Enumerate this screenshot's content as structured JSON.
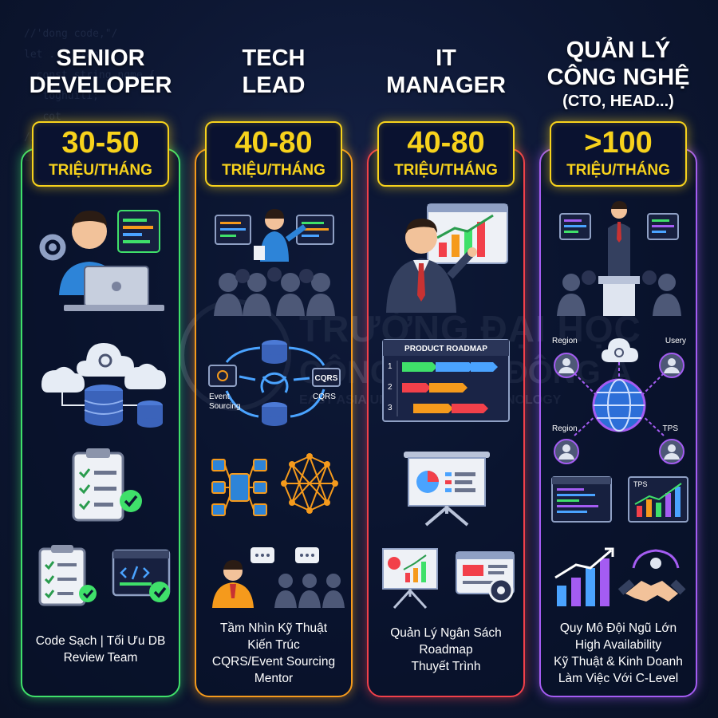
{
  "background_code": [
    "//'dong code,\"/",
    "let ... exang];",
    "",
    "  const string ngme {",
    "",
    "",
    "",
    "   toghuili;",
    "   cot",
    "",
    "",
    "//",
    "cot"
  ],
  "watermark": {
    "line1": "TRƯỜNG ĐẠI HỌC",
    "line2": "CÔNG NGHỆ ĐÔNG Á",
    "line3": "EAST ASIA UNIVERSITY OF TECHNOLOGY"
  },
  "columns": [
    {
      "title_line1": "SENIOR",
      "title_line2": "DEVELOPER",
      "salary": "30-50",
      "unit": "TRIỆU/THÁNG",
      "accent": "#3fe06a",
      "captions": [
        "Code Sạch | Tối Ưu DB",
        "Review Team"
      ]
    },
    {
      "title_line1": "TECH",
      "title_line2": "LEAD",
      "salary": "40-80",
      "unit": "TRIỆU/THÁNG",
      "accent": "#f59a1c",
      "labels": {
        "event": "Event",
        "sourcing": "Sourcing",
        "cqrs_box": "CQRS",
        "cqrs": "CQRS"
      },
      "captions": [
        "Tầm Nhìn Kỹ Thuật",
        "Kiến Trúc",
        "CQRS/Event Sourcing",
        "Mentor"
      ]
    },
    {
      "title_line1": "IT",
      "title_line2": "MANAGER",
      "salary": "40-80",
      "unit": "TRIỆU/THÁNG",
      "accent": "#f2404a",
      "labels": {
        "roadmap": "PRODUCT ROADMAP",
        "r1": "1",
        "r2": "2",
        "r3": "3"
      },
      "captions": [
        "Quản Lý Ngân Sách",
        "Roadmap",
        "Thuyết Trình"
      ]
    },
    {
      "title_line1": "QUẢN LÝ",
      "title_line2": "CÔNG NGHỆ",
      "title_line3": "(CTO, HEAD...)",
      "salary": ">100",
      "unit": "TRIỆU/THÁNG",
      "accent": "#a45cf2",
      "labels": {
        "region1": "Region",
        "usery": "Usery",
        "region2": "Region",
        "tps1": "TPS",
        "tps2": "TPS"
      },
      "captions": [
        "Quy Mô Đội Ngũ Lớn",
        "High Availability",
        "Kỹ Thuật & Kinh Doanh",
        "Làm Việc Với C-Level"
      ]
    }
  ]
}
